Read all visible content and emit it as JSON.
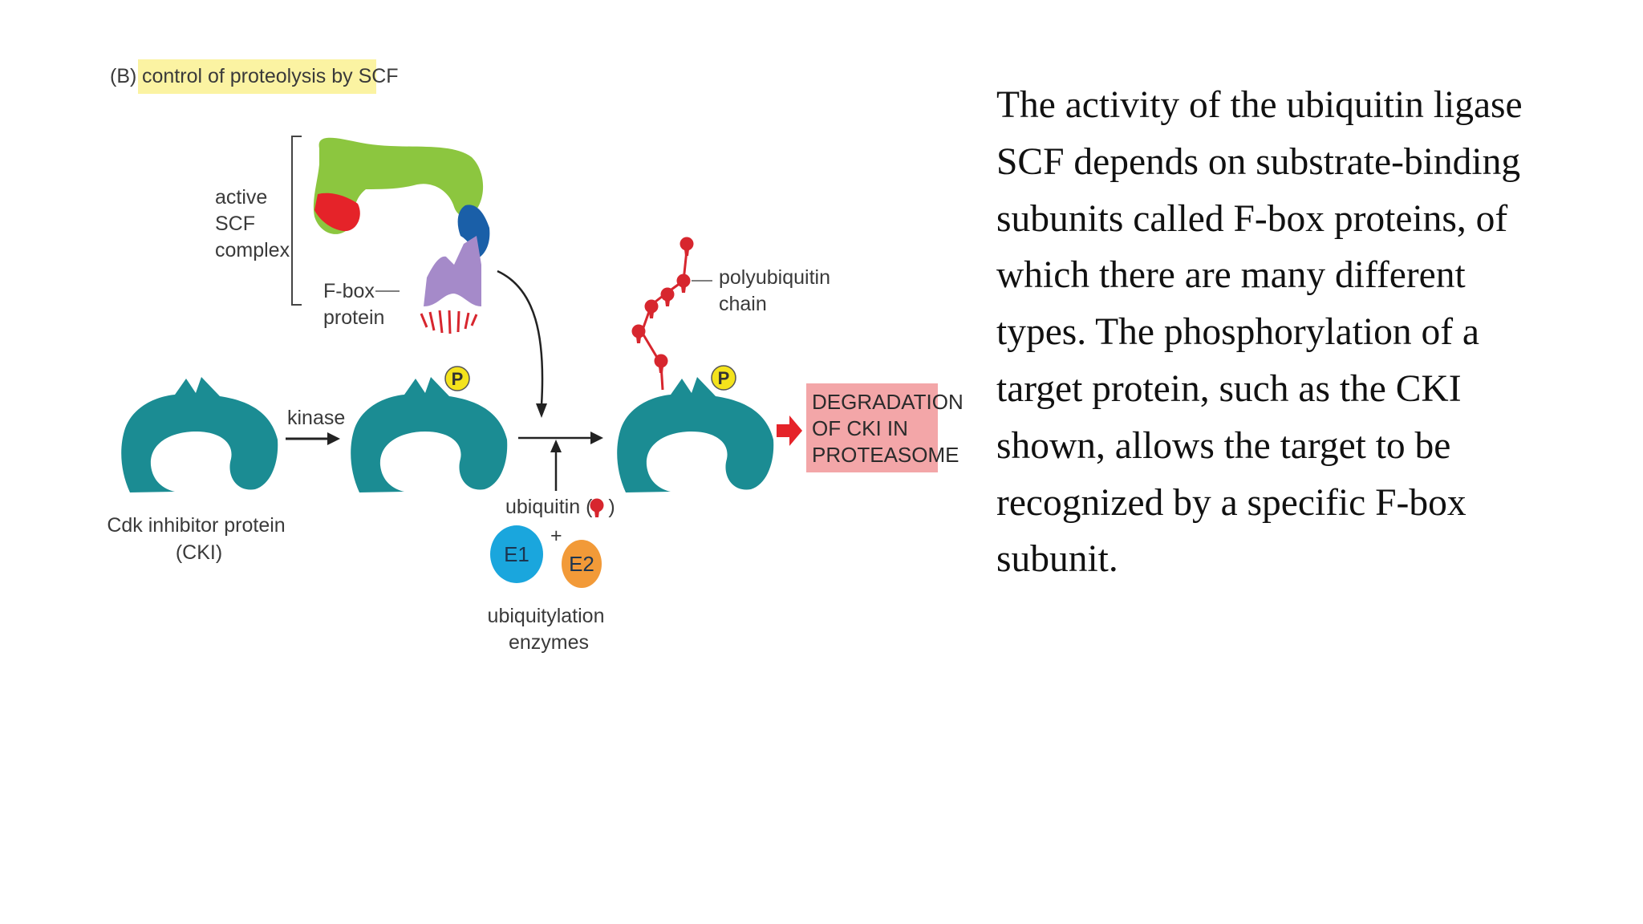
{
  "figure": {
    "panel_letter": "(B)",
    "panel_title": "control of proteolysis by SCF",
    "scf_label": [
      "active",
      "SCF",
      "complex"
    ],
    "fbox_label": [
      "F-box",
      "protein"
    ],
    "kinase_label": "kinase",
    "cki_label": [
      "Cdk inhibitor protein",
      "(CKI)"
    ],
    "phospho_label": "P",
    "polyubiquitin_label": [
      "polyubiquitin",
      "chain"
    ],
    "ubiquitin_label": "ubiquitin (",
    "ubiquitin_label_end": ")",
    "plus_sign": "+",
    "e1_label": "E1",
    "e2_label": "E2",
    "enzymes_label": [
      "ubiquitylation",
      "enzymes"
    ],
    "degradation_label": [
      "DEGRADATION",
      "OF CKI IN",
      "PROTEASOME"
    ],
    "colors": {
      "cki": "#1b8c93",
      "scf_body": "#8cc63f",
      "scf_red": "#e52329",
      "scf_blue": "#1a5fa8",
      "fbox": "#a58ac9",
      "phosphate": "#f4e31c",
      "ubiquitin": "#d7262e",
      "e1": "#1aa6dd",
      "e2": "#f29a38",
      "degradation_box": "#f3a6a8",
      "title_highlight": "#fbf3a2"
    }
  },
  "caption": {
    "lines": [
      "The activity of the ubiquitin ligase",
      "SCF depends on substrate-binding",
      "subunits called F-box proteins, of",
      "which there are many different",
      "types. The phosphorylation of a",
      "target protein, such as the CKI",
      "shown, allows the target to be",
      "recognized by a specific F-box",
      "subunit."
    ]
  }
}
